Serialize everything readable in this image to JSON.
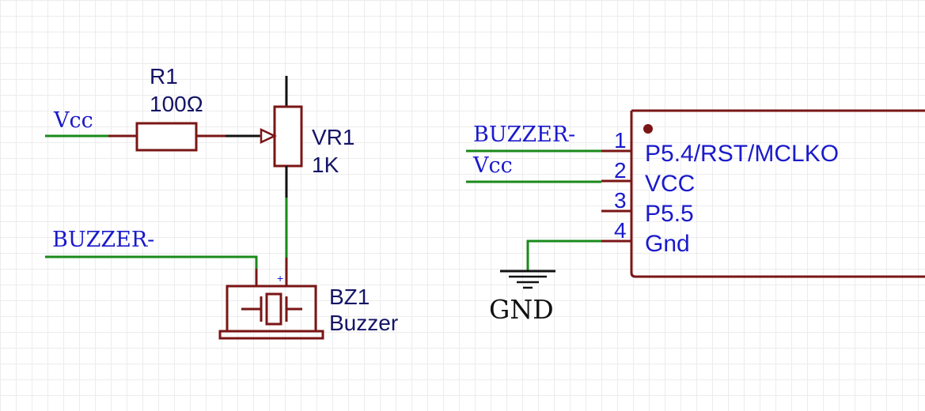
{
  "net_labels": {
    "vcc_left": "Vcc",
    "buzzer_left": "BUZZER-",
    "buzzer_right": "BUZZER-",
    "vcc_right": "Vcc",
    "gnd": "GND"
  },
  "r1": {
    "designator": "R1",
    "value": "100Ω"
  },
  "vr1": {
    "designator": "VR1",
    "value": "1K"
  },
  "bz1": {
    "designator": "BZ1",
    "value": "Buzzer",
    "polarity": "+"
  },
  "connector": {
    "pins": [
      {
        "number": "1",
        "name": "P5.4/RST/MCLKO"
      },
      {
        "number": "2",
        "name": "VCC"
      },
      {
        "number": "3",
        "name": "P5.5"
      },
      {
        "number": "4",
        "name": "Gnd"
      }
    ]
  },
  "colors": {
    "wire": "#1a8a1a",
    "component": "#7a1515",
    "net_label": "#1a1acc",
    "designator": "#141466"
  }
}
